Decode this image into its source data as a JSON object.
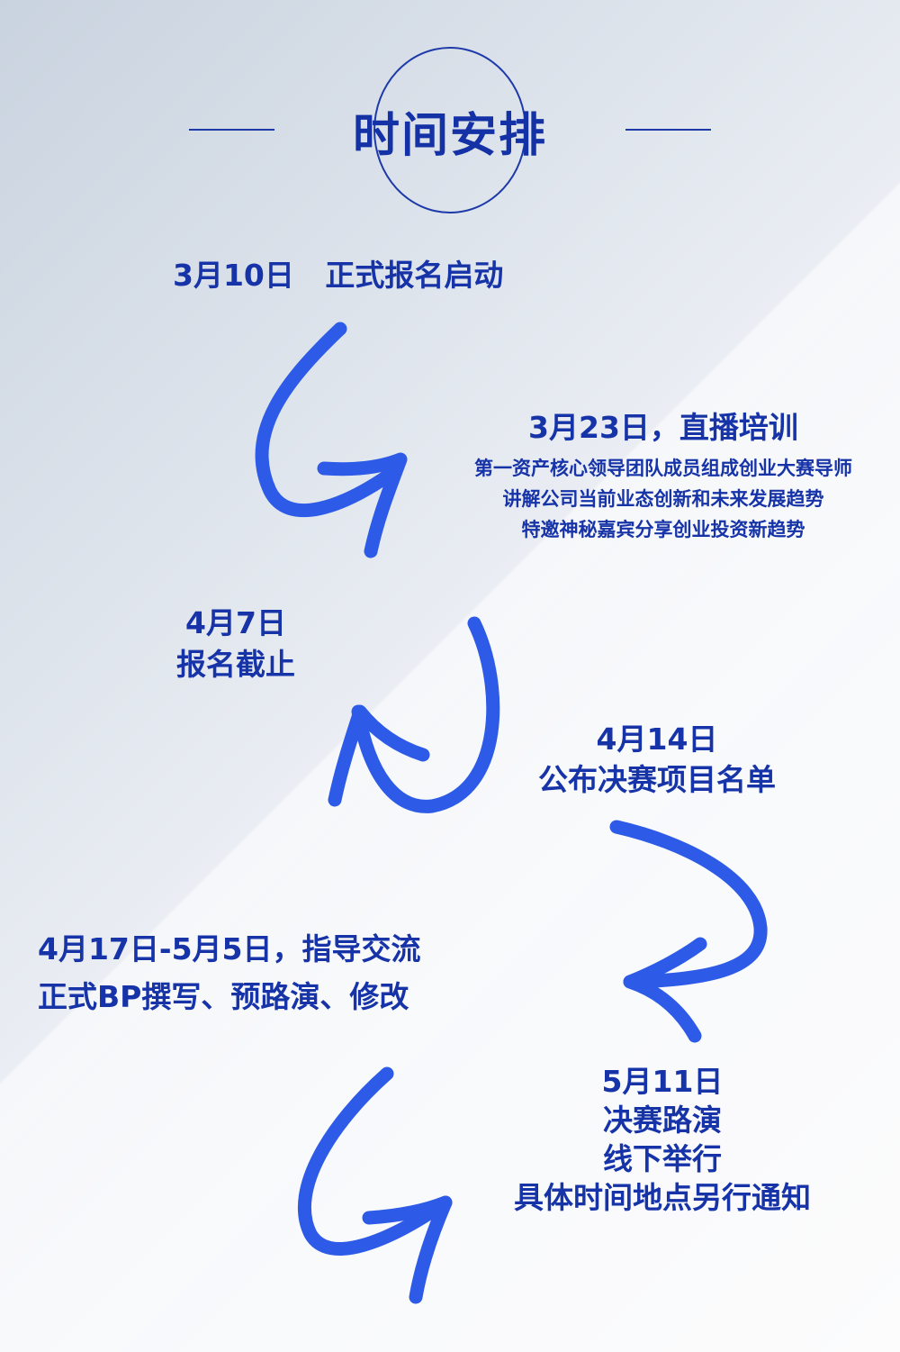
{
  "title": "时间安排",
  "colors": {
    "accent": "#1d3aa8",
    "arrow": "#2d5be8"
  },
  "events": [
    {
      "lines": [
        "3月10日   正式报名启动"
      ]
    },
    {
      "heading": "3月23日，直播培训",
      "details": [
        "第一资产核心领导团队成员组成创业大赛导师",
        "讲解公司当前业态创新和未来发展趋势",
        "特邀神秘嘉宾分享创业投资新趋势"
      ]
    },
    {
      "lines": [
        "4月7日",
        "报名截止"
      ]
    },
    {
      "lines": [
        "4月14日",
        "公布决赛项目名单"
      ]
    },
    {
      "lines": [
        "4月17日-5月5日，指导交流",
        "正式BP撰写、预路演、修改"
      ]
    },
    {
      "lines": [
        "5月11日",
        "决赛路演",
        "线下举行",
        "具体时间地点另行通知"
      ]
    }
  ]
}
